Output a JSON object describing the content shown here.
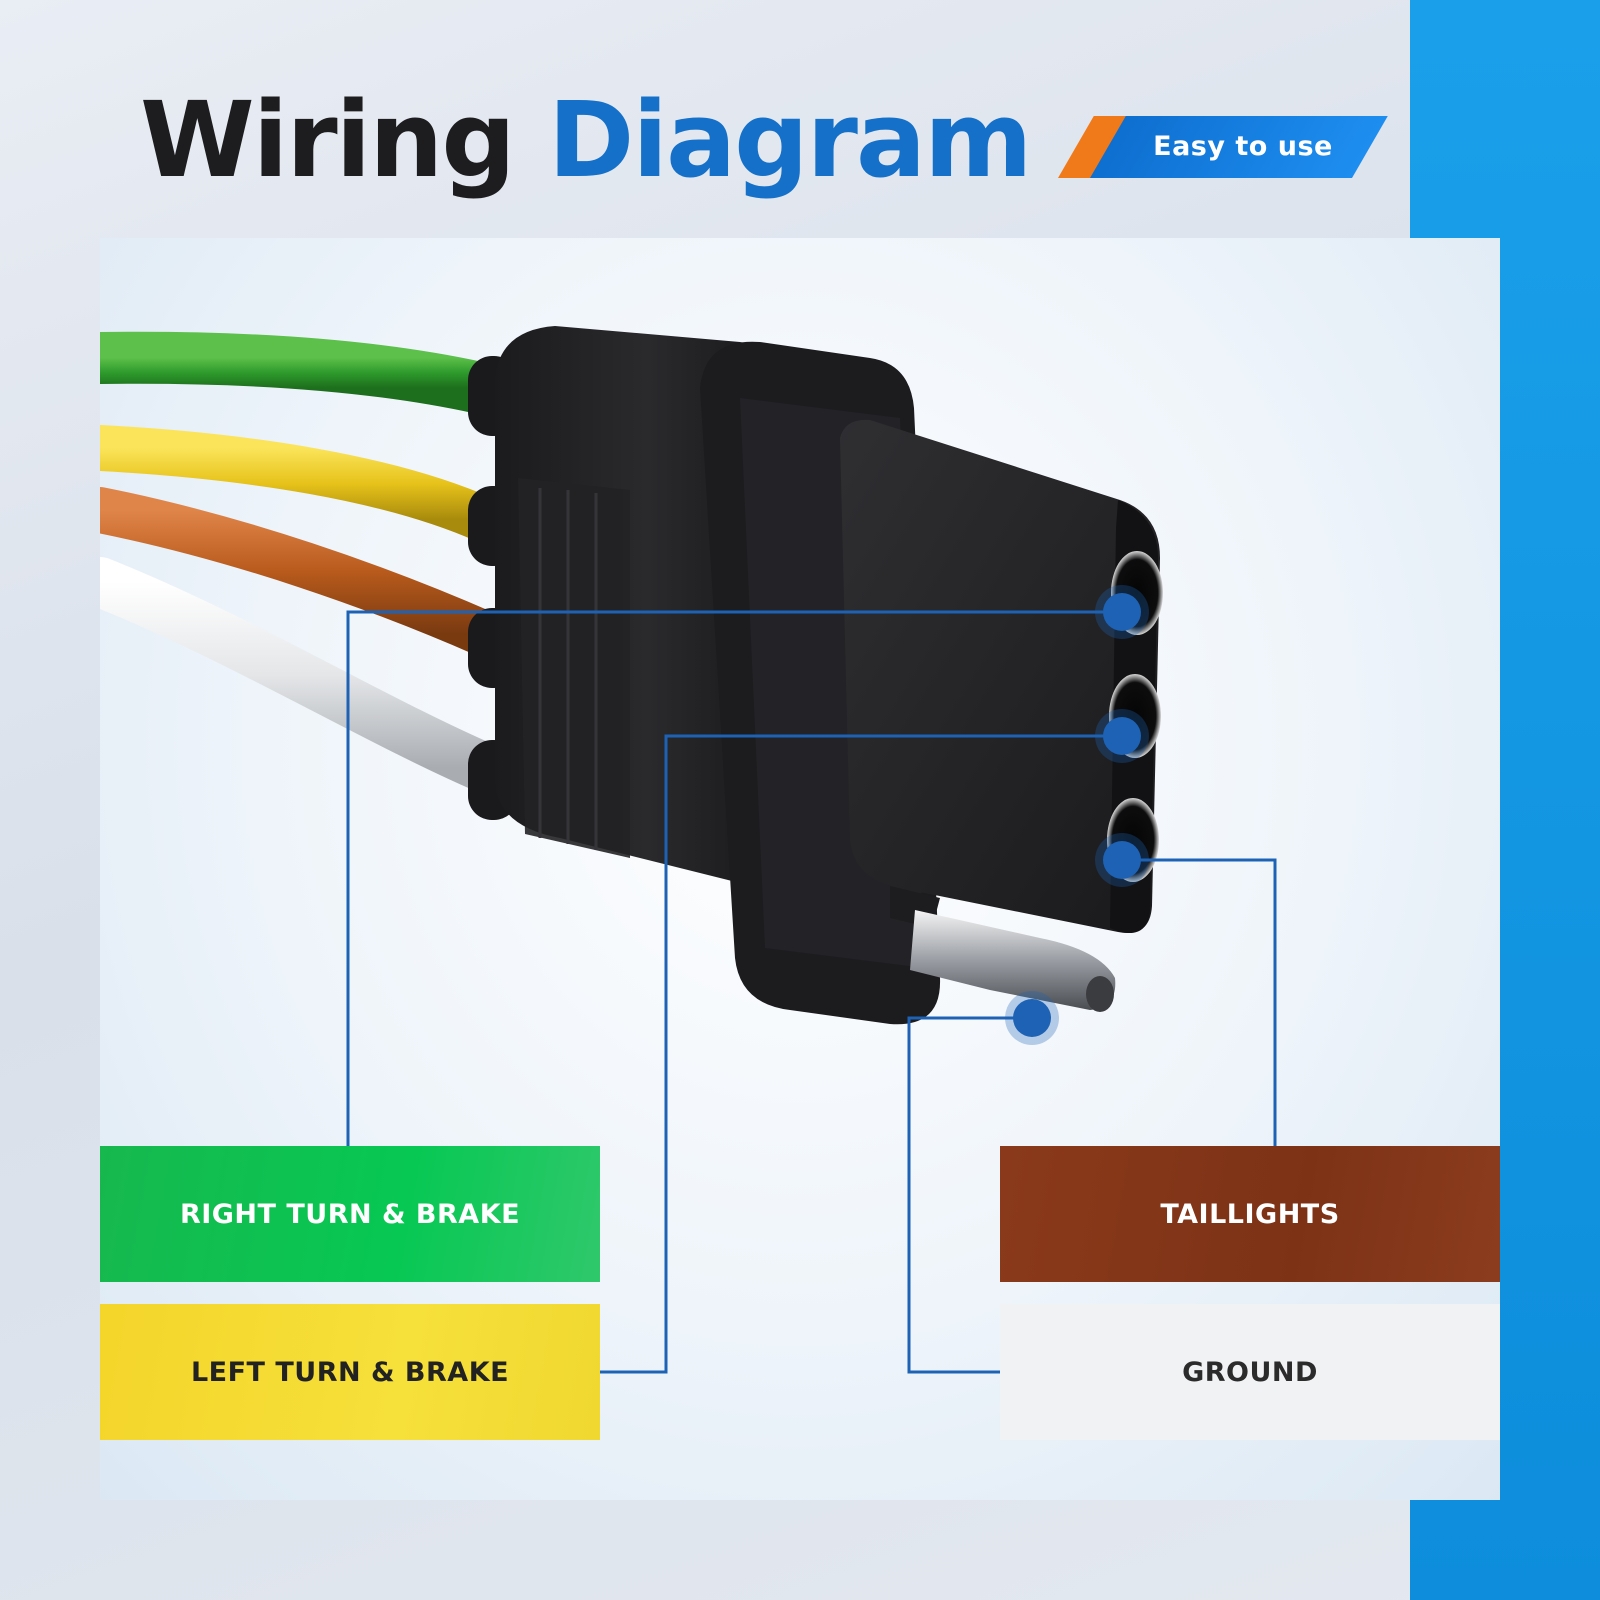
{
  "header": {
    "title_part1": "Wiring",
    "title_part2": "Diagram",
    "badge": "Easy to use"
  },
  "colors": {
    "accent_blue": "#1470c8",
    "orange_accent": "#f07a1a",
    "wire_green": "#2e9a2c",
    "wire_yellow": "#e6c21a",
    "wire_brown": "#b85a1c",
    "wire_white": "#e4e6e8"
  },
  "labels": {
    "green": "RIGHT TURN & BRAKE",
    "yellow": "LEFT TURN & BRAKE",
    "brown": "TAILLIGHTS",
    "white": "GROUND"
  }
}
